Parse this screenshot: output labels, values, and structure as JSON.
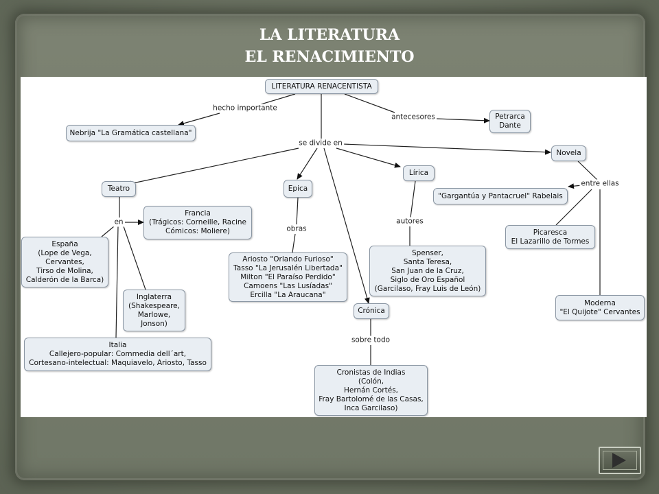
{
  "slide": {
    "title_line1": "LA LITERATURA",
    "title_line2": "EL RENACIMIENTO",
    "next_icon": "play-triangle-icon"
  },
  "concept_map": {
    "nodes": [
      {
        "id": "root",
        "text": "LITERATURA RENACENTISTA"
      },
      {
        "id": "nebrija",
        "text": "Nebrija \"La Gramática castellana\""
      },
      {
        "id": "petrarca",
        "text": "Petrarca\nDante"
      },
      {
        "id": "novela",
        "text": "Novela"
      },
      {
        "id": "teatro",
        "text": "Teatro"
      },
      {
        "id": "epica",
        "text": "Epica"
      },
      {
        "id": "lirica",
        "text": "Lírica"
      },
      {
        "id": "gargantua",
        "text": "\"Gargantúa y Pantacruel\" Rabelais"
      },
      {
        "id": "francia",
        "text": "Francia\n(Trágicos: Corneille, Racine\nCómicos: Moliere)"
      },
      {
        "id": "espana",
        "text": "España\n(Lope de Vega,\nCervantes,\nTirso de Molina,\nCalderón de la Barca)"
      },
      {
        "id": "picaresca",
        "text": "Picaresca\nEl Lazarillo de Tormes"
      },
      {
        "id": "ariosto",
        "text": "Ariosto \"Orlando Furioso\"\nTasso \"La Jerusalén Libertada\"\nMilton \"El Paraíso Perdido\"\nCamoens \"Las Lusíadas\"\nErcilla \"La Araucana\""
      },
      {
        "id": "spenser",
        "text": "Spenser,\nSanta Teresa,\nSan Juan de la Cruz,\nSiglo de Oro Español\n(Garcilaso, Fray Luis de León)"
      },
      {
        "id": "inglaterra",
        "text": "Inglaterra\n(Shakespeare,\nMarlowe,\nJonson)"
      },
      {
        "id": "moderna",
        "text": "Moderna\n\"El Quijote\" Cervantes"
      },
      {
        "id": "cronica",
        "text": "Crónica"
      },
      {
        "id": "italia",
        "text": "Italia\nCallejero-popular: Commedia dell´art,\nCortesano-intelectual: Maquiavelo, Ariosto, Tasso"
      },
      {
        "id": "cronistas",
        "text": "Cronistas de Indias\n(Colón,\nHernán Cortés,\nFray Bartolomé de las Casas,\nInca Garcilaso)"
      }
    ],
    "linking_phrases": [
      {
        "id": "hecho",
        "text": "hecho importante"
      },
      {
        "id": "antecesores",
        "text": "antecesores"
      },
      {
        "id": "divide",
        "text": "se divide en"
      },
      {
        "id": "entre",
        "text": "entre ellas"
      },
      {
        "id": "en",
        "text": "en"
      },
      {
        "id": "obras",
        "text": "obras"
      },
      {
        "id": "autores",
        "text": "autores"
      },
      {
        "id": "sobre",
        "text": "sobre todo"
      }
    ]
  }
}
